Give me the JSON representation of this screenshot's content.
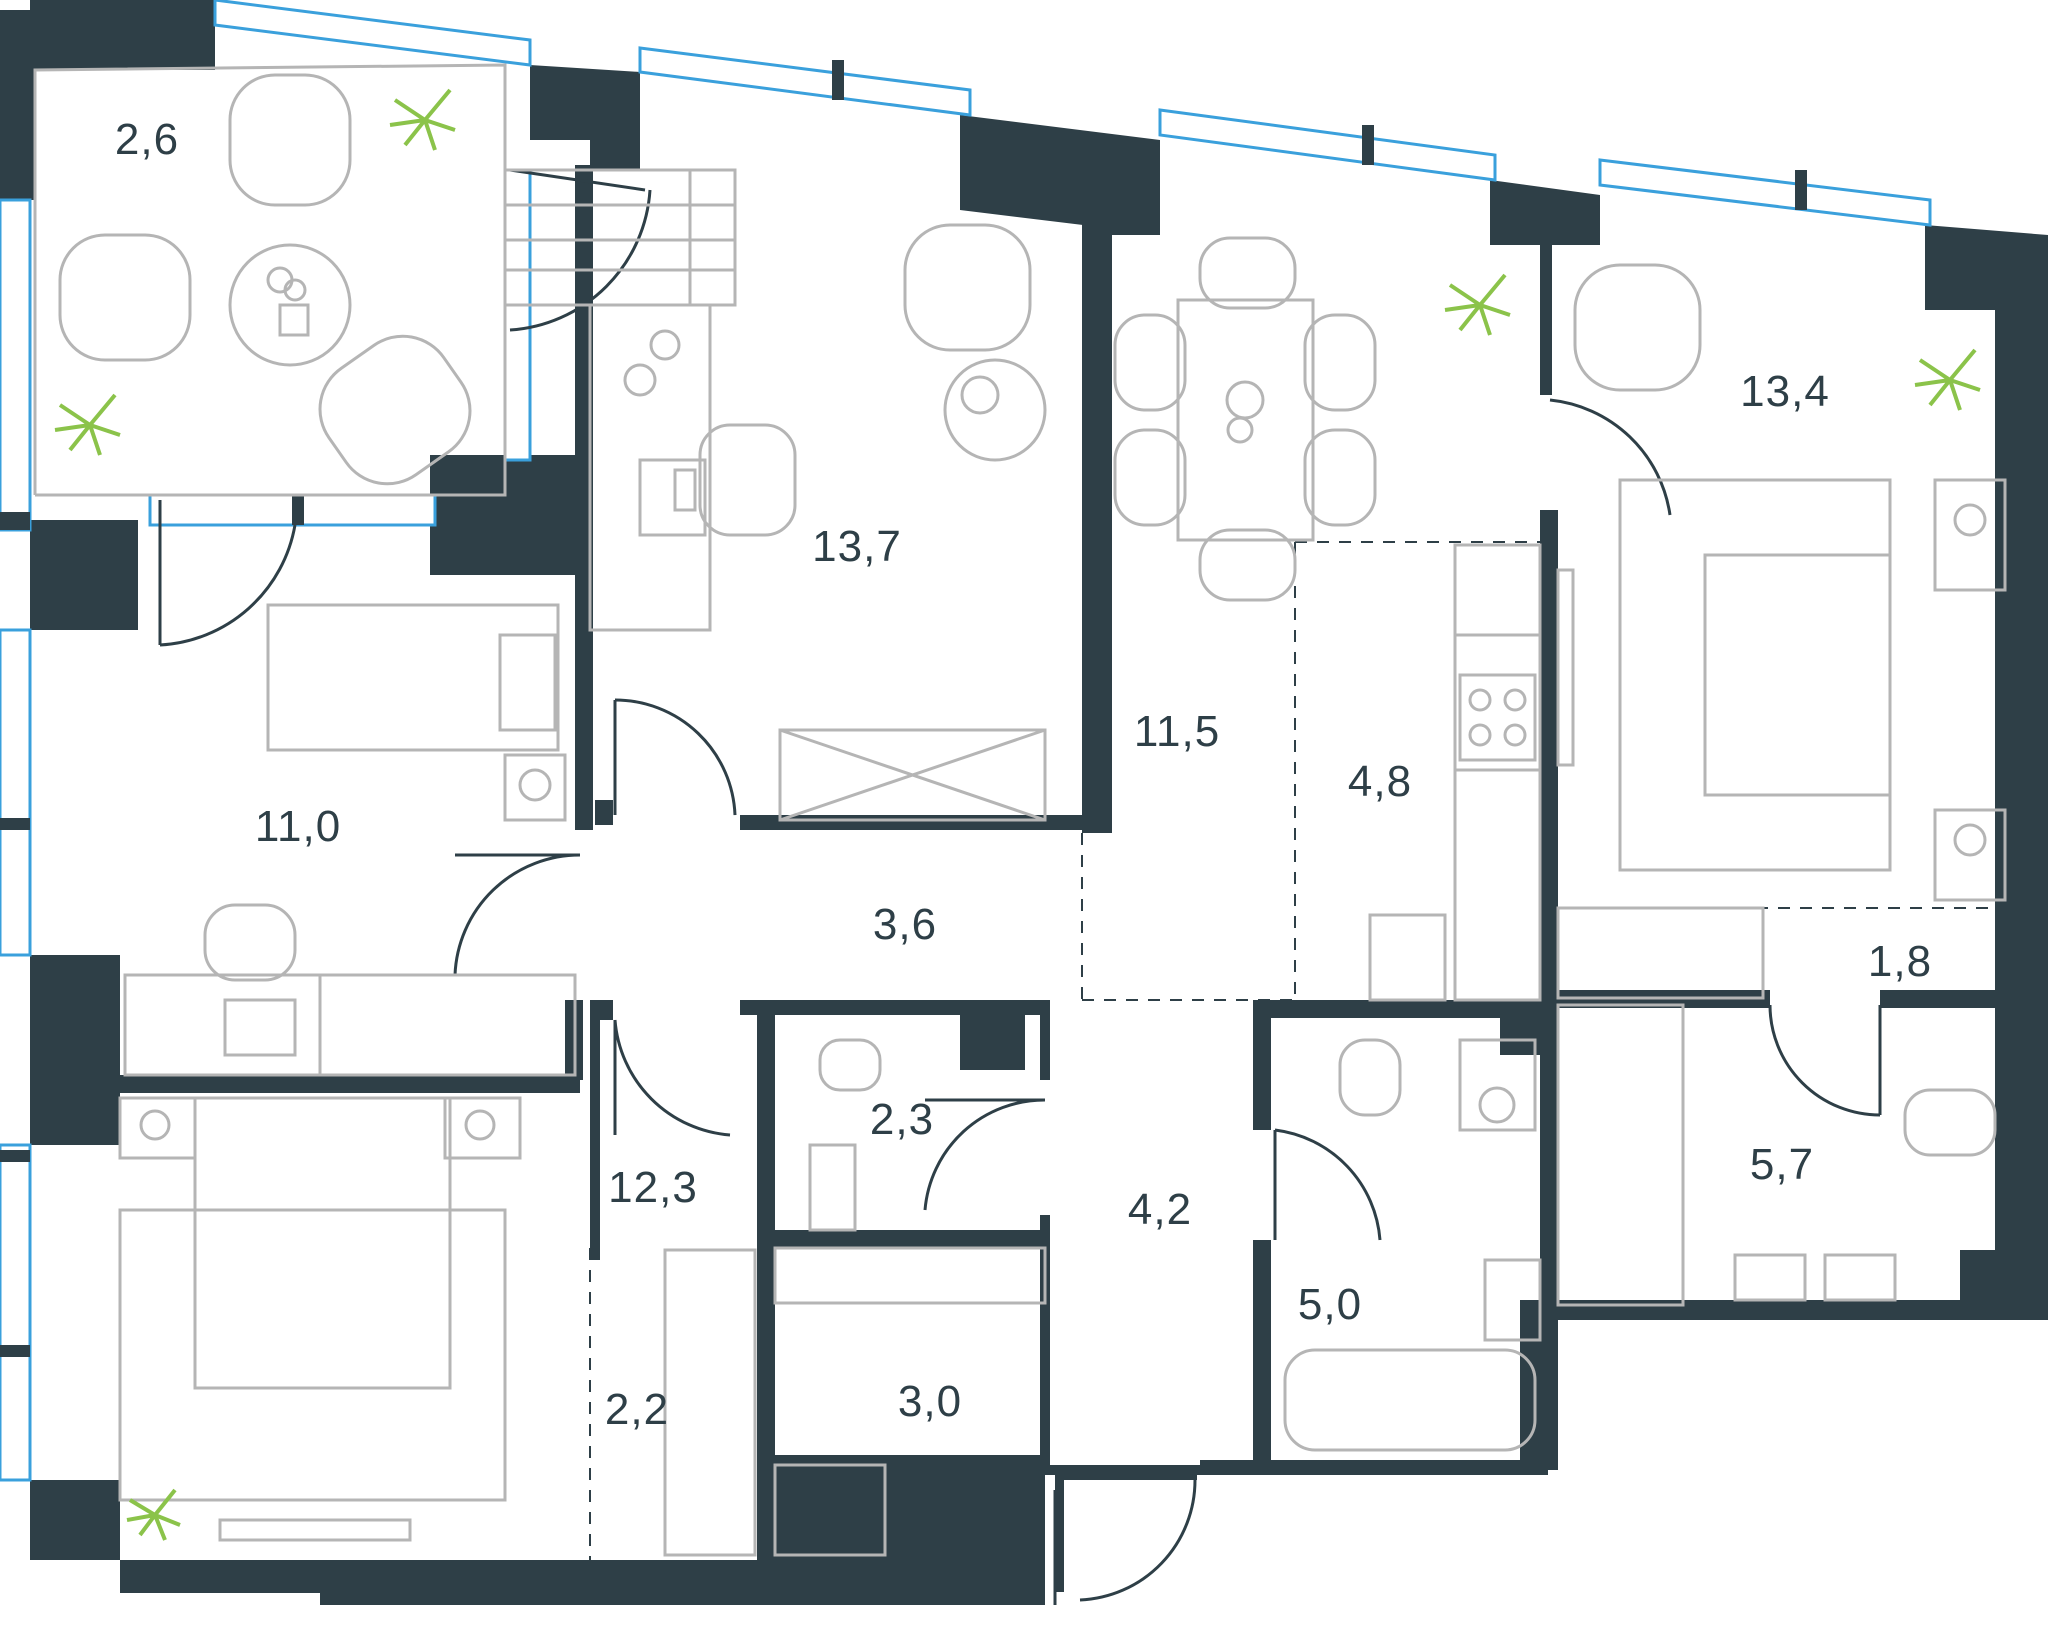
{
  "colors": {
    "wall": "#2e3f47",
    "furniture": "#b5b5b5",
    "glass": "#3aa0dc",
    "plant": "#8bc34a",
    "text": "#2e3f47"
  },
  "rooms": [
    {
      "id": "balcony",
      "area": "2,6"
    },
    {
      "id": "study",
      "area": "13,7"
    },
    {
      "id": "kitchen-living",
      "area": "11,5"
    },
    {
      "id": "master-bedroom",
      "area": "13,4"
    },
    {
      "id": "kitchen-zone",
      "area": "4,8"
    },
    {
      "id": "bedroom-left",
      "area": "11,0"
    },
    {
      "id": "corridor",
      "area": "3,6"
    },
    {
      "id": "wardrobe-right",
      "area": "1,8"
    },
    {
      "id": "wc-small",
      "area": "2,3"
    },
    {
      "id": "hall",
      "area": "4,2"
    },
    {
      "id": "bathroom-right",
      "area": "5,7"
    },
    {
      "id": "bedroom-bottom",
      "area": "12,3"
    },
    {
      "id": "bathroom-mid",
      "area": "5,0"
    },
    {
      "id": "wardrobe-mid",
      "area": "3,0"
    },
    {
      "id": "wardrobe-left",
      "area": "2,2"
    }
  ]
}
